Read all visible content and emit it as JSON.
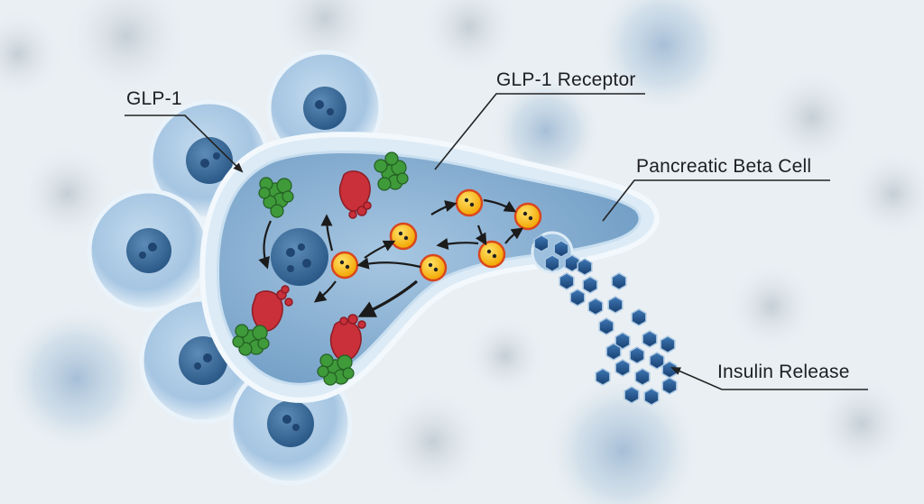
{
  "labels": {
    "glp1": "GLP-1",
    "receptor": "GLP-1 Receptor",
    "beta_cell": "Pancreatic Beta Cell",
    "insulin": "Insulin Release"
  },
  "colors": {
    "background": "#e9eff3",
    "cell_membrane": "#d7e8f4",
    "cell_cytoplasm": "#8fb6d6",
    "nucleus": "#3f6f9e",
    "glp1_molecule": "#3f9a3a",
    "receptor": "#c9303a",
    "vesicle": "#f5b80f",
    "vesicle_ring": "#d9461f",
    "insulin_hexagon": "#1f4f86",
    "arrow": "#1b1b1b",
    "leader_line": "#222222"
  }
}
